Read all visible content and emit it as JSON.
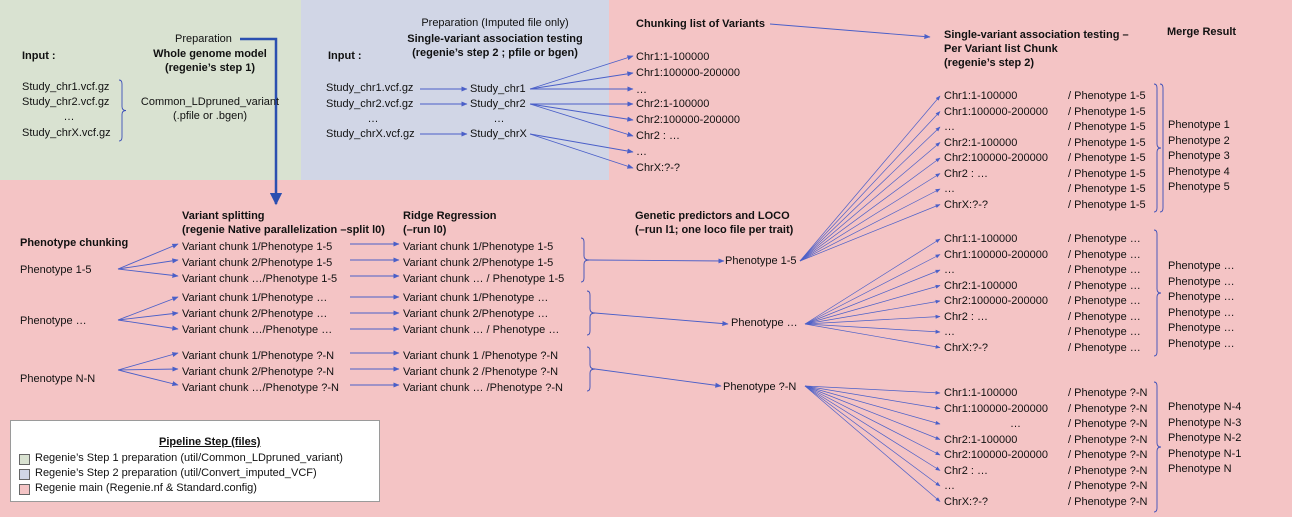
{
  "colors": {
    "step1": "#d9e2d1",
    "step2": "#d1d6e6",
    "main": "#f4c4c5",
    "arrow": "#4a5fc8",
    "bracket": "#3c4fb8"
  },
  "step1": {
    "preparation": "Preparation",
    "title": [
      "Whole genome model",
      "(regenie’s step 1)"
    ],
    "input_label": "Input :",
    "files": [
      "Study_chr1.vcf.gz",
      "Study_chr2.vcf.gz",
      "…",
      "Study_chrX.vcf.gz"
    ],
    "output": [
      "Common_LDpruned_variant",
      "(.pfile or .bgen)"
    ]
  },
  "step2prep": {
    "preparation": "Preparation (Imputed file only)",
    "title": [
      "Single-variant association testing",
      "(regenie’s step 2 ; pfile or bgen)"
    ],
    "input_label": "Input :",
    "files": [
      "Study_chr1.vcf.gz",
      "Study_chr2.vcf.gz",
      "…",
      "Study_chrX.vcf.gz"
    ],
    "outputs": [
      "Study_chr1",
      "Study_chr2",
      "…",
      "Study_chrX"
    ]
  },
  "chunking": {
    "title": "Chunking list of Variants",
    "items": [
      "Chr1:1-100000",
      "Chr1:100000-200000",
      "…",
      "Chr2:1-100000",
      "Chr2:100000-200000",
      "Chr2 : …",
      "…",
      "ChrX:?-?"
    ]
  },
  "assoc": {
    "title": [
      "Single-variant association testing –",
      "Per Variant list Chunk",
      "(regenie’s step 2)"
    ],
    "merge_title": "Merge Result",
    "groups": [
      {
        "regions": [
          "Chr1:1-100000",
          "Chr1:100000-200000",
          "…",
          "Chr2:1-100000",
          "Chr2:100000-200000",
          "Chr2 : …",
          "…",
          "ChrX:?-?"
        ],
        "phenos": [
          "/ Phenotype 1-5",
          "/ Phenotype 1-5",
          "/ Phenotype 1-5",
          "/ Phenotype 1-5",
          "/ Phenotype 1-5",
          "/ Phenotype 1-5",
          "/ Phenotype 1-5",
          "/ Phenotype 1-5"
        ],
        "merge": [
          "Phenotype 1",
          "Phenotype 2",
          "Phenotype 3",
          "Phenotype 4",
          "Phenotype 5"
        ]
      },
      {
        "regions": [
          "Chr1:1-100000",
          "Chr1:100000-200000",
          "…",
          "Chr2:1-100000",
          "Chr2:100000-200000",
          "Chr2 : …",
          "…",
          "ChrX:?-?"
        ],
        "phenos": [
          "/ Phenotype …",
          "/ Phenotype …",
          "/ Phenotype …",
          "/ Phenotype …",
          "/ Phenotype …",
          "/ Phenotype …",
          "/ Phenotype …",
          "/ Phenotype …"
        ],
        "merge": [
          "Phenotype …",
          "Phenotype …",
          "Phenotype …",
          "Phenotype …",
          "Phenotype …",
          "Phenotype …"
        ]
      },
      {
        "regions": [
          "Chr1:1-100000",
          "Chr1:100000-200000",
          "…",
          "Chr2:1-100000",
          "Chr2:100000-200000",
          "Chr2 : …",
          "…",
          "ChrX:?-?"
        ],
        "phenos": [
          "/ Phenotype ?-N",
          "/ Phenotype ?-N",
          "/ Phenotype ?-N",
          "/ Phenotype ?-N",
          "/ Phenotype ?-N",
          "/ Phenotype ?-N",
          "/ Phenotype ?-N",
          "/ Phenotype ?-N"
        ],
        "merge": [
          "Phenotype N-4",
          "Phenotype N-3",
          "Phenotype N-2",
          "Phenotype N-1",
          "Phenotype N"
        ]
      }
    ]
  },
  "main": {
    "pheno_title": "Phenotype chunking",
    "split_title": [
      "Variant splitting",
      "(regenie Native parallelization –split l0)"
    ],
    "ridge_title": [
      "Ridge Regression",
      "(–run l0)"
    ],
    "loco_title": [
      "Genetic predictors and LOCO",
      "(–run l1; one loco file per trait)"
    ],
    "rows": [
      {
        "pheno": "Phenotype 1-5",
        "chunks": [
          "Variant chunk 1/Phenotype 1-5",
          "Variant chunk 2/Phenotype 1-5",
          "Variant chunk …/Phenotype 1-5"
        ],
        "ridge": [
          "Variant chunk 1/Phenotype 1-5",
          "Variant chunk 2/Phenotype 1-5",
          "Variant chunk … / Phenotype 1-5"
        ],
        "loco": "Phenotype 1-5"
      },
      {
        "pheno": "Phenotype …",
        "chunks": [
          "Variant chunk 1/Phenotype …",
          "Variant chunk 2/Phenotype …",
          "Variant chunk …/Phenotype …"
        ],
        "ridge": [
          "Variant chunk 1/Phenotype …",
          "Variant chunk 2/Phenotype …",
          "Variant chunk … / Phenotype …"
        ],
        "loco": "Phenotype …"
      },
      {
        "pheno": "Phenotype N-N",
        "chunks": [
          "Variant chunk 1/Phenotype ?-N",
          "Variant chunk 2/Phenotype ?-N",
          "Variant chunk …/Phenotype ?-N"
        ],
        "ridge": [
          "Variant chunk 1 /Phenotype ?-N",
          "Variant chunk 2 /Phenotype ?-N",
          "Variant chunk … /Phenotype ?-N"
        ],
        "loco": "Phenotype ?-N"
      }
    ]
  },
  "legend": {
    "title": "Pipeline Step (files)",
    "items": [
      {
        "label": "Regenie’s Step 1 preparation (util/Common_LDpruned_variant)",
        "color": "#d9e2d1"
      },
      {
        "label": "Regenie’s Step 2 preparation (util/Convert_imputed_VCF)",
        "color": "#d1d6e6"
      },
      {
        "label": "Regenie main (Regenie.nf & Standard.config)",
        "color": "#f4c4c5"
      }
    ]
  }
}
